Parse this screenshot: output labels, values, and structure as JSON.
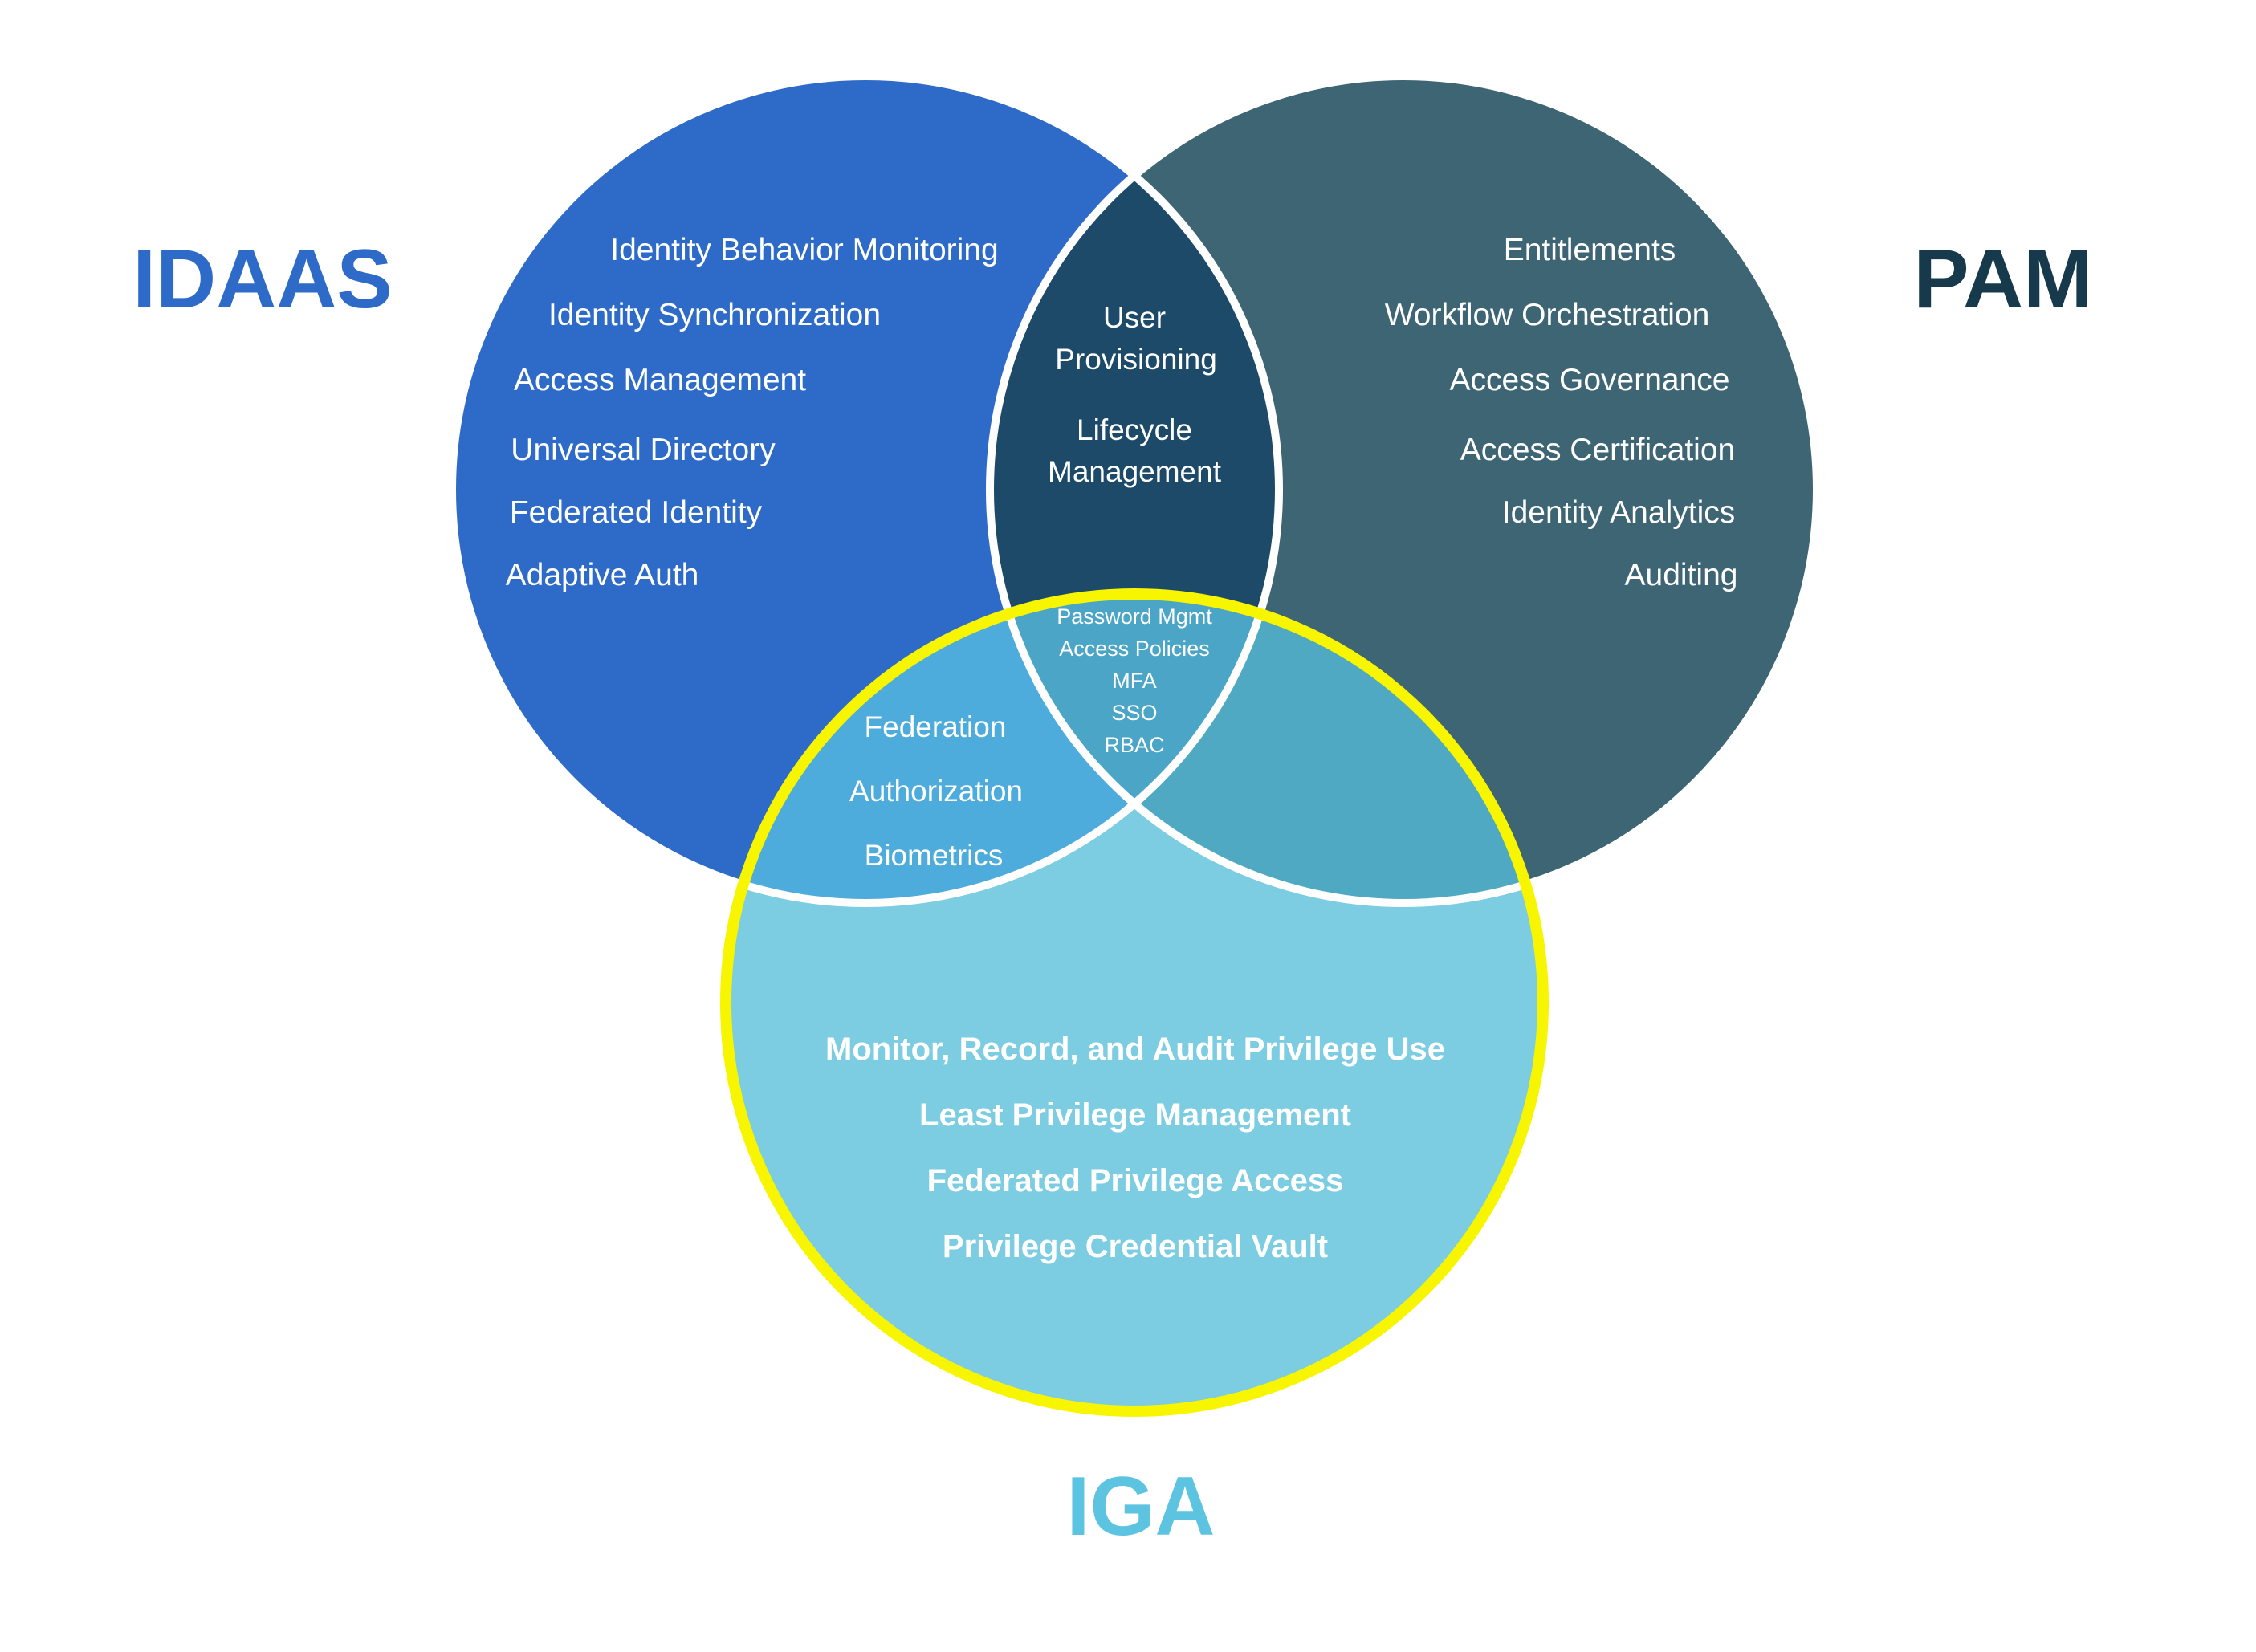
{
  "diagram": {
    "type": "venn",
    "background_color": "#FFFFFF",
    "divider_stroke_color": "#FFFFFF",
    "sets": {
      "idaas": {
        "label": "IDAAS",
        "label_color": "#2E6BC8",
        "color": "#2E6BC8",
        "items": [
          "Identity Behavior Monitoring",
          "Identity Synchronization",
          "Access Management",
          "Universal Directory",
          "Federated Identity",
          "Adaptive Auth"
        ]
      },
      "pam": {
        "label": "PAM",
        "label_color": "#16394B",
        "color": "#3E6573",
        "items": [
          "Entitlements",
          "Workflow Orchestration",
          "Access Governance",
          "Access Certification",
          "Identity Analytics",
          "Auditing"
        ]
      },
      "iga": {
        "label": "IGA",
        "label_color": "#5CC3E1",
        "color": "#7CCCE2",
        "outline_color": "#F8F500",
        "items": [
          "Monitor, Record, and Audit Privilege Use",
          "Least Privilege Management",
          "Federated Privilege Access",
          "Privilege Credential Vault"
        ]
      }
    },
    "overlaps": {
      "idaas_pam": {
        "color": "#1C4A68",
        "lines": [
          "User",
          "Provisioning",
          "Lifecycle",
          "Management"
        ]
      },
      "idaas_iga": {
        "color": "#4DACDC",
        "items": [
          "Federation",
          "Authorization",
          "Biometrics"
        ]
      },
      "pam_iga": {
        "color": "#50A9C2",
        "items": []
      },
      "center": {
        "color": "#4BA5C6",
        "items": [
          "Password Mgmt",
          "Access Policies",
          "MFA",
          "SSO",
          "RBAC"
        ]
      }
    }
  }
}
